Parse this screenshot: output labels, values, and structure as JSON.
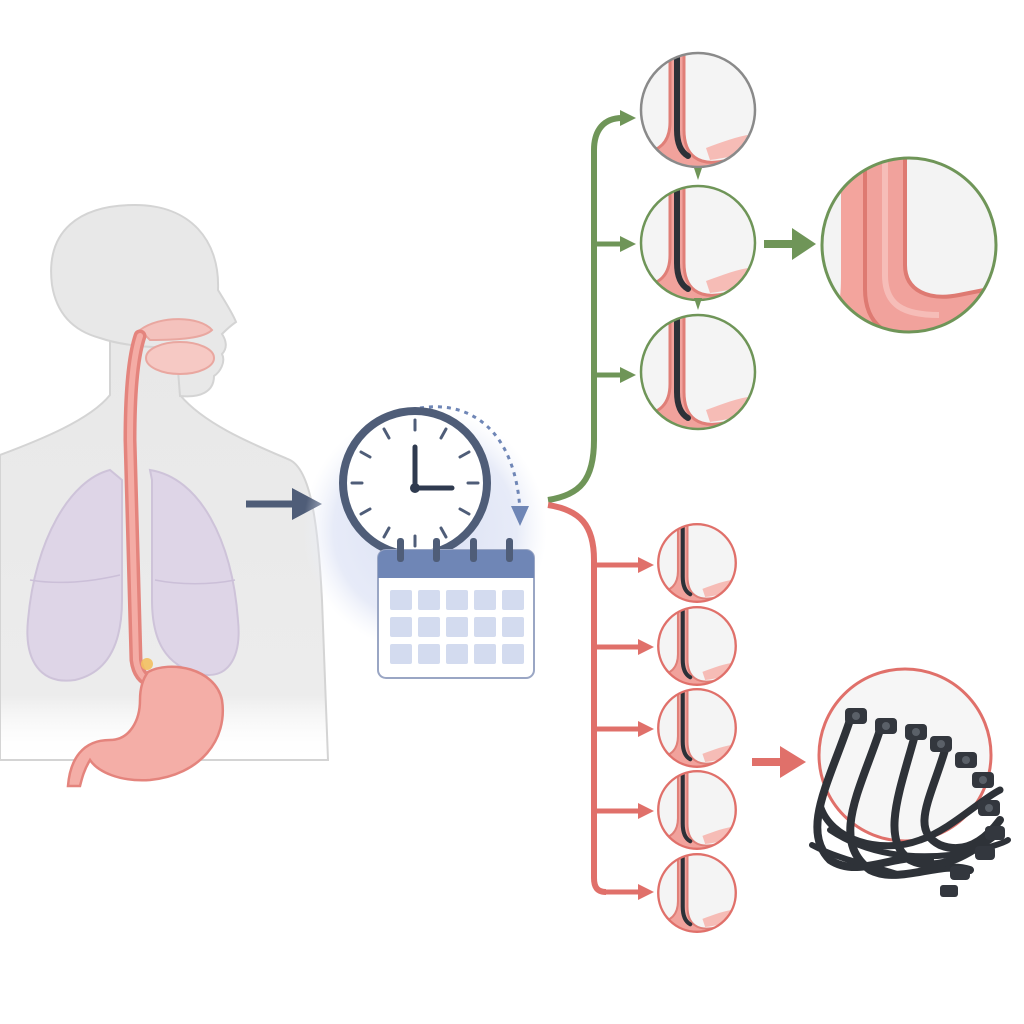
{
  "diagram": {
    "nodes": [
      {
        "id": "patient",
        "icon": "human-torso-esophagus-icon"
      },
      {
        "id": "schedule",
        "icon": "clock-calendar-icon"
      },
      {
        "id": "endoscopy-view-green-1",
        "icon": "endoscope-esophagus-view-icon"
      },
      {
        "id": "endoscopy-view-green-2",
        "icon": "endoscope-esophagus-view-icon"
      },
      {
        "id": "endoscopy-view-green-3",
        "icon": "endoscope-esophagus-view-icon"
      },
      {
        "id": "healthy-esophagus-result",
        "icon": "healthy-esophagus-icon"
      },
      {
        "id": "endoscopy-view-red-1",
        "icon": "endoscope-esophagus-view-icon"
      },
      {
        "id": "endoscopy-view-red-2",
        "icon": "endoscope-esophagus-view-icon"
      },
      {
        "id": "endoscopy-view-red-3",
        "icon": "endoscope-esophagus-view-icon"
      },
      {
        "id": "endoscopy-view-red-4",
        "icon": "endoscope-esophagus-view-icon"
      },
      {
        "id": "endoscopy-view-red-5",
        "icon": "endoscope-esophagus-view-icon"
      },
      {
        "id": "endoscope-pile-result",
        "icon": "endoscope-pile-icon"
      }
    ],
    "colors": {
      "green": "#6f9558",
      "red": "#e0706a",
      "slate": "#4f5d78",
      "tissue": "#f1a29c",
      "tissue_dark": "#e07f78",
      "scope": "#2d3138",
      "body": "#e9e9e9",
      "lung": "#dcd2e6",
      "halo": "#dde3f4",
      "calendar_blue": "#6f86b6"
    }
  }
}
